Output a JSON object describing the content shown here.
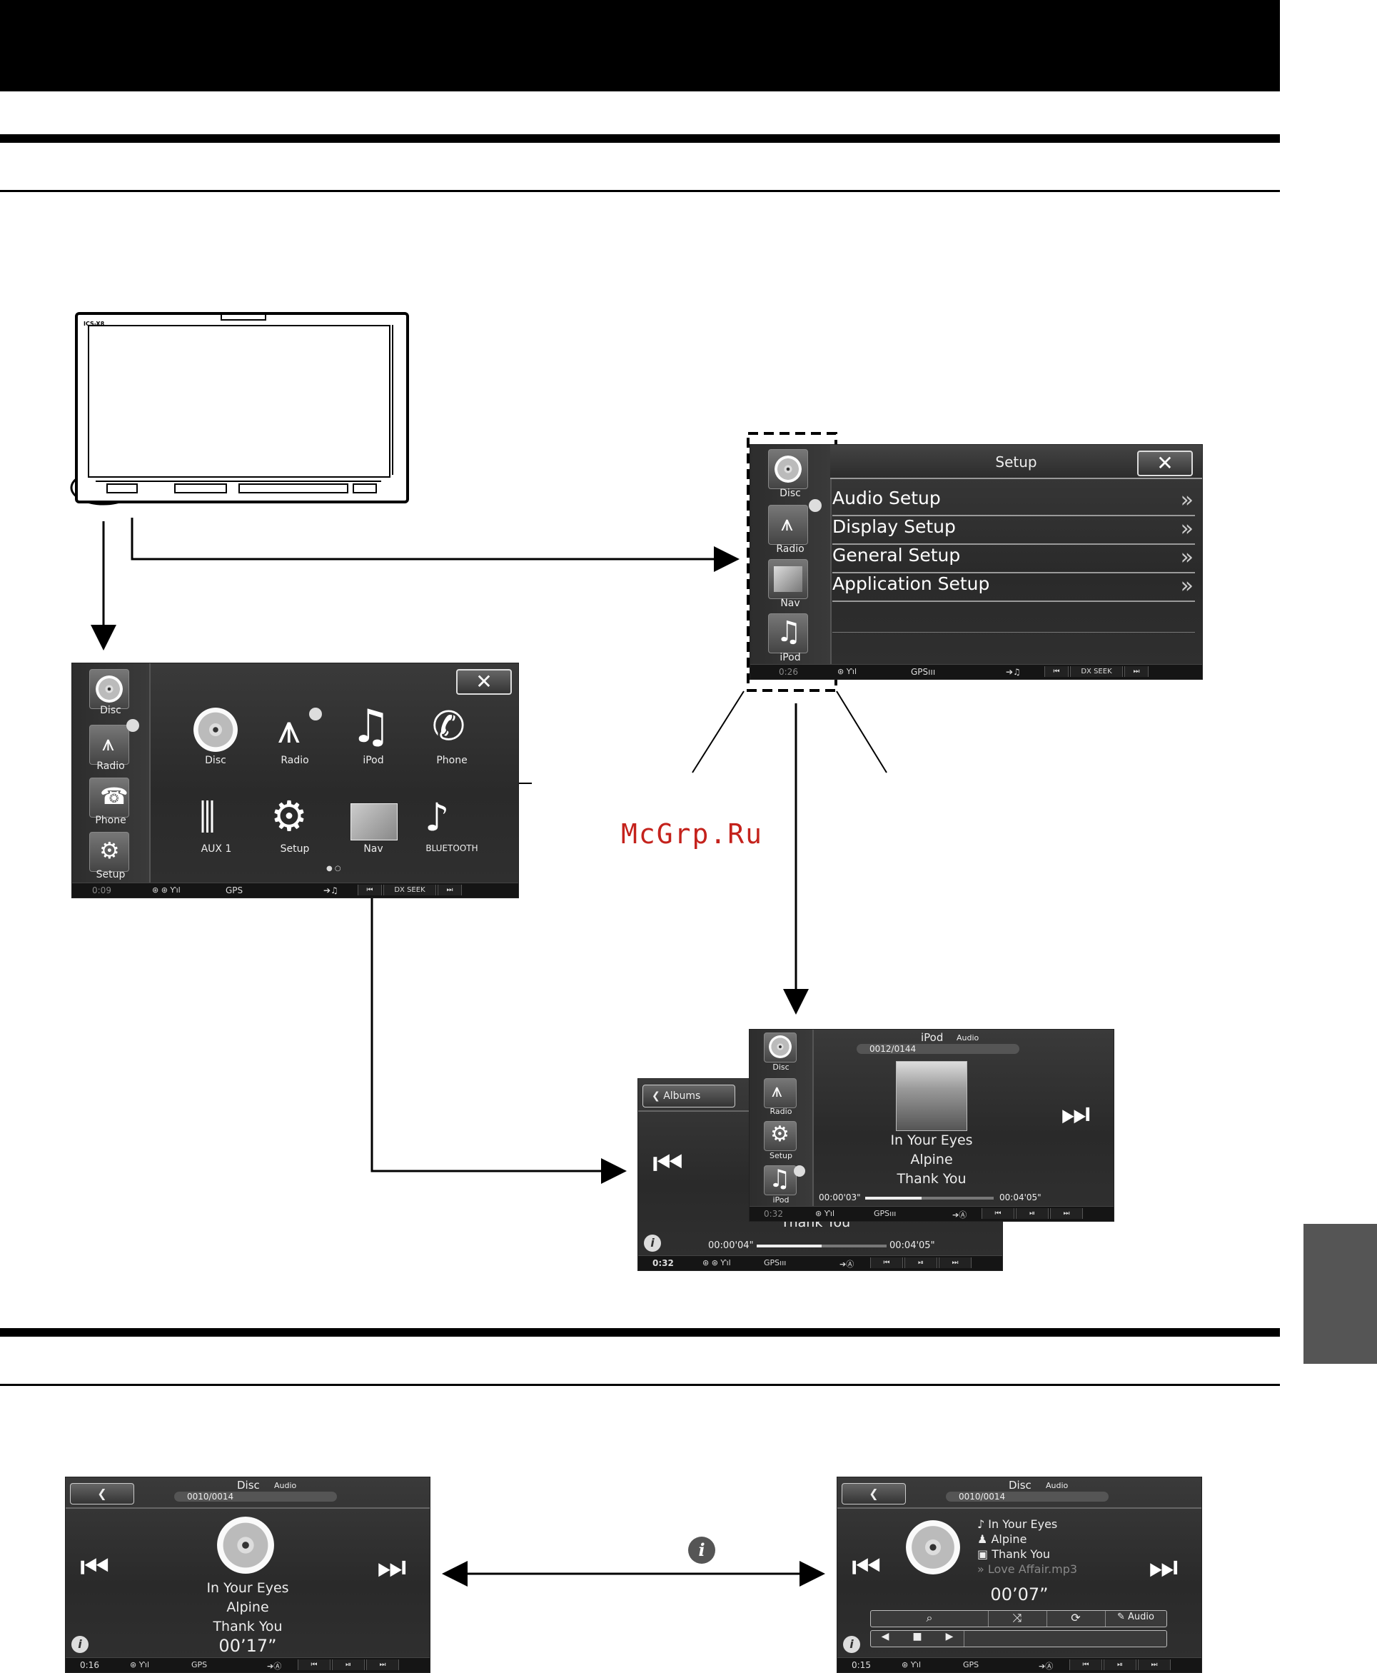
{
  "device": {
    "model": "ICS-X8"
  },
  "home_screen": {
    "side": [
      {
        "label": "Disc"
      },
      {
        "label": "Radio"
      },
      {
        "label": "Phone"
      },
      {
        "label": "Setup"
      }
    ],
    "apps_row1": [
      {
        "label": "Disc"
      },
      {
        "label": "Radio"
      },
      {
        "label": "iPod"
      },
      {
        "label": "Phone"
      }
    ],
    "apps_row2": [
      {
        "label": "AUX 1"
      },
      {
        "label": "Setup"
      },
      {
        "label": "Nav"
      },
      {
        "label": "BLUETOOTH"
      }
    ],
    "time": "0:09",
    "status": {
      "gps": "GPS",
      "seek": "DX SEEK"
    }
  },
  "setup_screen": {
    "title": "Setup",
    "side": [
      {
        "label": "Disc"
      },
      {
        "label": "Radio"
      },
      {
        "label": "Nav"
      },
      {
        "label": "iPod"
      }
    ],
    "items": [
      "Audio Setup",
      "Display Setup",
      "General Setup",
      "Application Setup"
    ],
    "time": "0:26",
    "status": {
      "gps": "GPSııı",
      "seek": "DX SEEK"
    }
  },
  "ipod_back": {
    "back_label": "Albums",
    "track": "Thank You",
    "elapsed": "00:00'04\"",
    "total": "00:04'05\"",
    "time": "0:32",
    "gps": "GPSııı"
  },
  "ipod_front": {
    "source": "iPod",
    "mode": "Audio",
    "counter": "0012/0144",
    "side": [
      {
        "label": "Disc"
      },
      {
        "label": "Radio"
      },
      {
        "label": "Setup"
      },
      {
        "label": "iPod"
      }
    ],
    "song": "In Your Eyes",
    "artist": "Alpine",
    "album": "Thank You",
    "elapsed": "00:00'03\"",
    "total": "00:04'05\"",
    "progress": 0.44,
    "time": "0:32",
    "gps": "GPSııı"
  },
  "disc_left": {
    "source": "Disc",
    "mode": "Audio",
    "counter": "0010/0014",
    "song": "In Your Eyes",
    "artist": "Alpine",
    "album": "Thank You",
    "elapsed": "00’17”",
    "time": "0:16",
    "gps": "GPS"
  },
  "disc_right": {
    "source": "Disc",
    "mode": "Audio",
    "counter": "0010/0014",
    "song": "In Your Eyes",
    "artist": "Alpine",
    "album": "Thank You",
    "file": "Love Affair.mp3",
    "elapsed": "00’07”",
    "audio_label": "Audio",
    "time": "0:15",
    "gps": "GPS"
  },
  "watermark": "McGrp.Ru"
}
